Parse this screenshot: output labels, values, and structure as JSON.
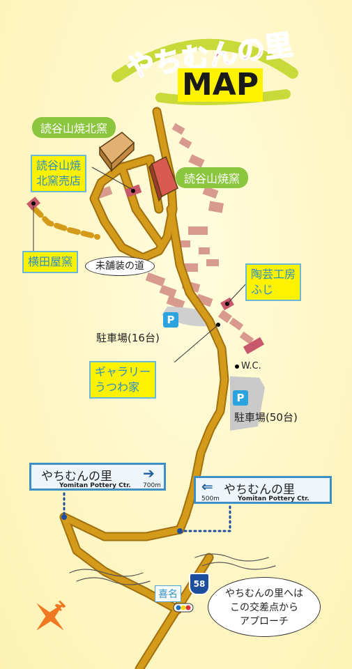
{
  "title": {
    "line1": "やちむんの里",
    "line2": "MAP"
  },
  "places": {
    "kitagama": "読谷山焼北窯",
    "kitagama_shop_line1": "読谷山焼",
    "kitagama_shop_line2": "北窯売店",
    "yomitan_kiln": "読谷山焼窯",
    "yokotaya": "横田屋窯",
    "unpaved": "未舗装の道",
    "pottery_studio_line1": "陶芸工房",
    "pottery_studio_line2": "ふじ",
    "gallery_line1": "ギャラリー",
    "gallery_line2": "うつわ家",
    "wc": "W.C."
  },
  "parking": {
    "icon": "P",
    "lot1": "駐車場(16台)",
    "lot2": "駐車場(50台)"
  },
  "signs": [
    {
      "jp": "やちむんの里",
      "en": "Yomitan Pottery Ctr.",
      "dist": "700m",
      "arrow": "right-arrow"
    },
    {
      "jp": "やちむんの里",
      "en": "Yomitan Pottery Ctr.",
      "dist": "500m",
      "arrow": "left-arrow"
    }
  ],
  "intersection": {
    "name": "喜名",
    "route": "58",
    "note_line1": "やちむんの里へは",
    "note_line2": "この交差点から",
    "note_line3": "アプローチ"
  },
  "compass": {
    "label": "N"
  },
  "colors": {
    "road": "#d49b1a",
    "road_edge": "#a07010",
    "building": "#d89a8e",
    "green_label": "#8cc63f",
    "yellow_label": "#fff200",
    "sign_blue": "#3e8fc6"
  }
}
